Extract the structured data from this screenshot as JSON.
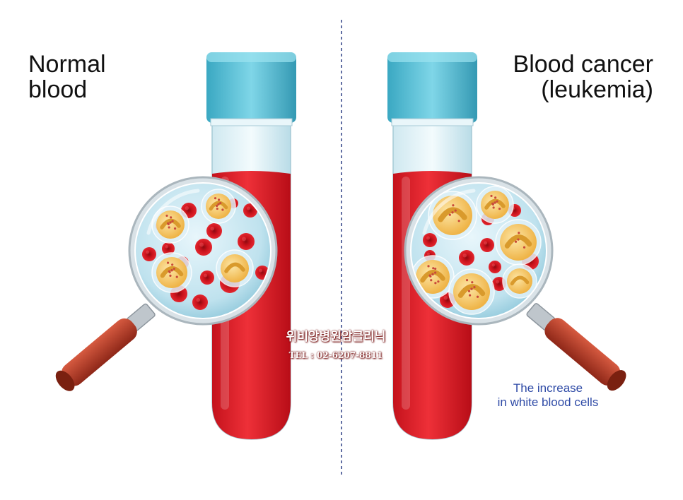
{
  "left_label": {
    "line1": "Normal",
    "line2": "blood"
  },
  "right_label": {
    "line1": "Blood cancer",
    "line2": "(leukemia)"
  },
  "annotation": {
    "line1": "The increase",
    "line2": "in white blood cells"
  },
  "watermark": {
    "name": "위비앙병원암클리닉",
    "phone": "TEL : 02-6207-8811"
  },
  "colors": {
    "blood": "#e0202a",
    "cap": "#5fc3d8",
    "rbc": "#d5121c",
    "wbc": "#f2c05a",
    "handle": "#b83a2a",
    "divider": "#3a4a8c",
    "annotation": "#2e4aa6"
  }
}
